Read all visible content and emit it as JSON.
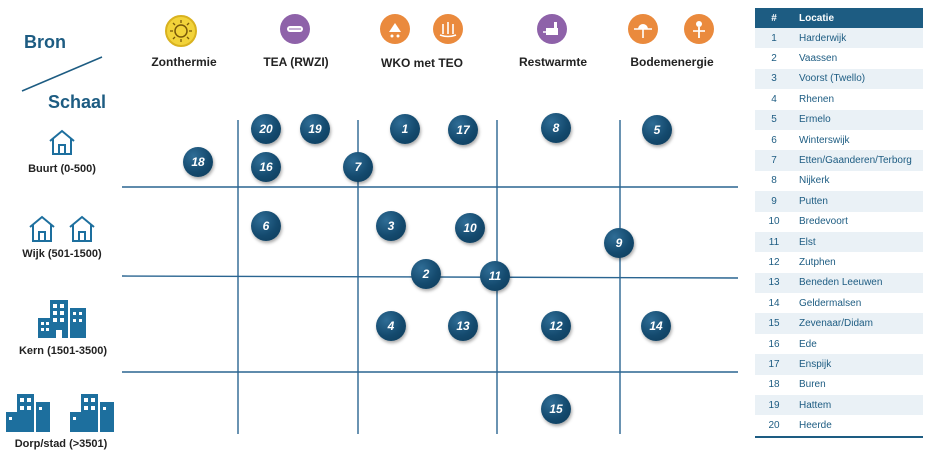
{
  "axis": {
    "source_title": "Bron",
    "scale_title": "Schaal"
  },
  "sources": [
    {
      "label": "Zonthermie"
    },
    {
      "label": "TEA (RWZI)"
    },
    {
      "label": "WKO met TEO"
    },
    {
      "label": "Restwarmte"
    },
    {
      "label": "Bodemenergie"
    }
  ],
  "scales": [
    {
      "label": "Buurt (0-500)"
    },
    {
      "label": "Wijk (501-1500)"
    },
    {
      "label": "Kern (1501-3500)"
    },
    {
      "label": "Dorp/stad (>3501)"
    }
  ],
  "icons": {
    "source_colors": {
      "yellow": "#f2d33a",
      "purple": "#8e62a9",
      "orange": "#ea8a3d"
    },
    "scale_color": "#1d6f9e",
    "marker_color": "#144a6e"
  },
  "markers": [
    "20",
    "19",
    "1",
    "17",
    "8",
    "5",
    "18",
    "16",
    "7",
    "6",
    "3",
    "10",
    "9",
    "2",
    "11",
    "4",
    "13",
    "12",
    "14",
    "15"
  ],
  "table": {
    "headers": [
      "#",
      "Locatie"
    ],
    "rows": [
      [
        "1",
        "Harderwijk"
      ],
      [
        "2",
        "Vaassen"
      ],
      [
        "3",
        "Voorst (Twello)"
      ],
      [
        "4",
        "Rhenen"
      ],
      [
        "5",
        "Ermelo"
      ],
      [
        "6",
        "Winterswijk"
      ],
      [
        "7",
        "Etten/Gaanderen/Terborg"
      ],
      [
        "8",
        "Nijkerk"
      ],
      [
        "9",
        "Putten"
      ],
      [
        "10",
        "Bredevoort"
      ],
      [
        "11",
        "Elst"
      ],
      [
        "12",
        "Zutphen"
      ],
      [
        "13",
        "Beneden Leeuwen"
      ],
      [
        "14",
        "Geldermalsen"
      ],
      [
        "15",
        "Zevenaar/Didam"
      ],
      [
        "16",
        "Ede"
      ],
      [
        "17",
        "Enspijk"
      ],
      [
        "18",
        "Buren"
      ],
      [
        "19",
        "Hattem"
      ],
      [
        "20",
        "Heerde"
      ]
    ]
  }
}
